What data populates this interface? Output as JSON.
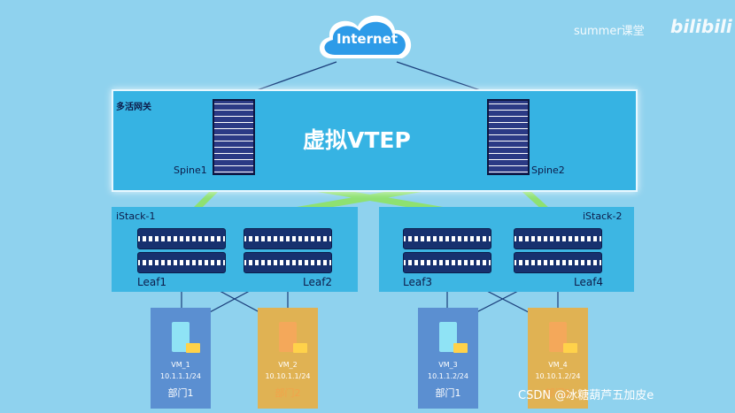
{
  "watermark_top": "summer课堂",
  "logo_text": "bilibili",
  "internet_label": "Internet",
  "group_label": "多活网关",
  "vtep_label": "虚拟VTEP",
  "spines": [
    {
      "label": "Spine1"
    },
    {
      "label": "Spine2"
    }
  ],
  "stacks": [
    {
      "label": "iStack-1"
    },
    {
      "label": "iStack-2"
    }
  ],
  "leafs": [
    {
      "label": "Leaf1"
    },
    {
      "label": "Leaf2"
    },
    {
      "label": "Leaf3"
    },
    {
      "label": "Leaf4"
    }
  ],
  "vms": [
    {
      "name": "VM_1",
      "ip": "10.1.1.1/24",
      "dept": "部门1"
    },
    {
      "name": "VM_2",
      "ip": "10.10.1.1/24",
      "dept": "部门2"
    },
    {
      "name": "VM_3",
      "ip": "10.1.1.2/24",
      "dept": "部门1"
    },
    {
      "name": "VM_4",
      "ip": "10.10.1.2/24",
      "dept": "部门2"
    }
  ],
  "watermark_bottom": "CSDN @冰糖葫芦五加皮e",
  "colors": {
    "background": "#8fd2ee",
    "panel": "#36b3e3",
    "device": "#1f2a66",
    "link_green": "#8ee26b",
    "vm_dept1": "#5b8fd1",
    "vm_dept2": "#e0b253"
  }
}
